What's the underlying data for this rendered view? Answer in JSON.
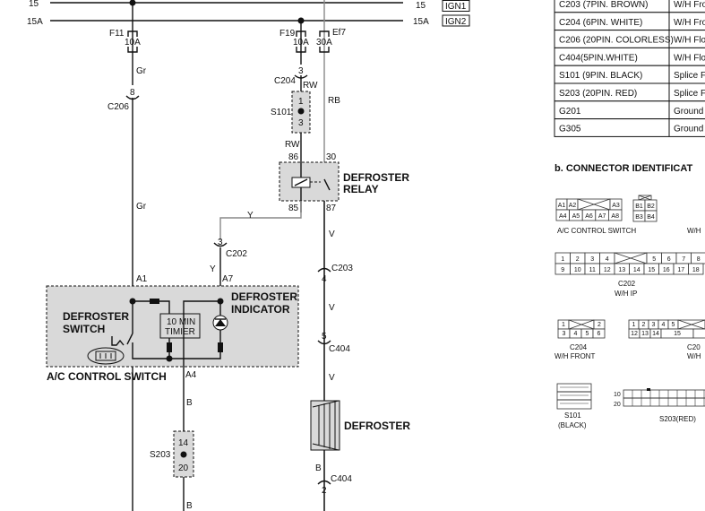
{
  "bus": {
    "l15": "15",
    "l15a": "15A",
    "r15": "15",
    "r15a": "15A",
    "ign1": "IGN1",
    "ign2": "IGN2"
  },
  "fuses": {
    "f11": "F11",
    "f11_rating": "10A",
    "f19": "F19",
    "f19_rating": "10A",
    "ef7": "Ef7",
    "ef7_rating": "30A"
  },
  "wires": {
    "gr": "Gr",
    "rw": "RW",
    "rb": "RB",
    "y": "Y",
    "v": "V",
    "b": "B"
  },
  "connectors": {
    "c204": "C204",
    "c204_pin": "3",
    "c206": "C206",
    "c206_pin": "8",
    "s101": "S101",
    "s101_pin1": "1",
    "s101_pin2": "3",
    "c202": "C202",
    "c202_pin": "3",
    "c203": "C203",
    "c203_pin": "4",
    "c404": "C404",
    "c404_pin_a": "5",
    "c404_pin_b": "2",
    "s203": "S203",
    "s203_pin1": "14",
    "s203_pin2": "20"
  },
  "relay": {
    "title1": "DEFROSTER",
    "title2": "RELAY",
    "p86": "86",
    "p30": "30",
    "p85": "85",
    "p87": "87"
  },
  "ac_switch": {
    "title": "A/C CONTROL SWITCH",
    "a1": "A1",
    "a7": "A7",
    "a4": "A4",
    "sw1": "DEFROSTER",
    "sw2": "SWITCH",
    "ind1": "DEFROSTER",
    "ind2": "INDICATOR",
    "timer1": "10 MIN",
    "timer2": "TIMIER"
  },
  "defroster": "DEFROSTER",
  "table": [
    {
      "c": "C203  (7PIN.  BROWN)",
      "d": "W/H  Fro"
    },
    {
      "c": "C204  (6PIN.  WHITE)",
      "d": "W/H  Fro"
    },
    {
      "c": "C206  (20PIN.  COLORLESS)",
      "d": "W/H  Flo"
    },
    {
      "c": "C404(5PIN.WHITE)",
      "d": "W/H  Flo"
    },
    {
      "c": "S101  (9PIN.  BLACK)",
      "d": "Splice  F"
    },
    {
      "c": "S203  (20PIN.  RED)",
      "d": "Splice  F"
    },
    {
      "c": "G201",
      "d": "Ground"
    },
    {
      "c": "G305",
      "d": "Ground"
    }
  ],
  "ident": {
    "heading": "b. CONNECTOR IDENTIFICAT",
    "ac_label": "A/C  CONTROL  SWITCH",
    "wh_cut": "W/H",
    "ac_pins": [
      "A1",
      "A2",
      "A3",
      "A4",
      "A5",
      "A6",
      "A7",
      "A8"
    ],
    "b_pins": [
      "B1",
      "B2",
      "B3",
      "B4"
    ],
    "c202_top": [
      "1",
      "2",
      "3",
      "4",
      "5",
      "6",
      "7",
      "8"
    ],
    "c202_bot": [
      "9",
      "10",
      "11",
      "12",
      "13",
      "14",
      "15",
      "16",
      "17",
      "18"
    ],
    "c202_label": "C202",
    "c202_sub": "W/H  IP",
    "c204_pins": [
      "1",
      "2",
      "3",
      "4",
      "5",
      "6"
    ],
    "c204_label": "C204",
    "c204_sub": "W/H  FRONT",
    "c20x_top": [
      "1",
      "2",
      "3",
      "4",
      "5"
    ],
    "c20x_bot": [
      "12",
      "13",
      "14",
      "15"
    ],
    "c20x_label": "C20",
    "c20x_sub": "W/H",
    "s101_label": "S101",
    "s101_sub": "(BLACK)",
    "s203_r1": "10",
    "s203_r2": "20",
    "s203_label": "S203(RED)"
  }
}
